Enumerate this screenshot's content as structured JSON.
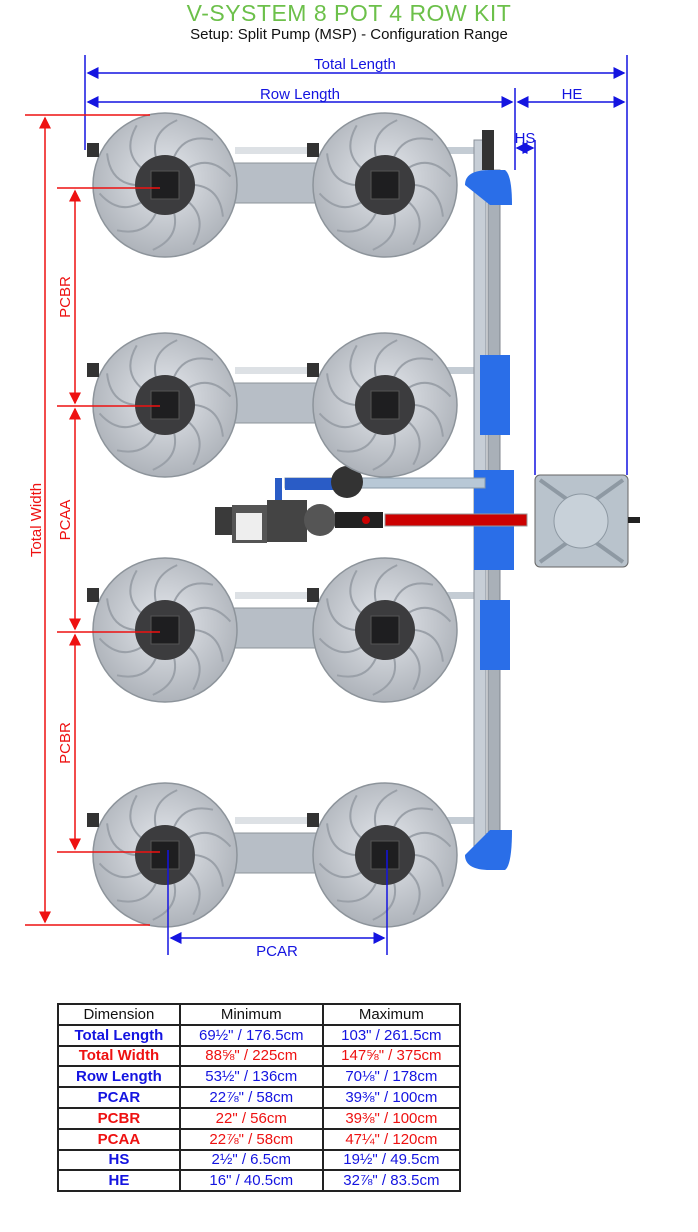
{
  "header": {
    "title": "V-SYSTEM 8 POT 4 ROW KIT",
    "subtitle": "Setup: Split Pump (MSP) - Configuration Range"
  },
  "diagram": {
    "labels": {
      "total_length": "Total Length",
      "row_length": "Row Length",
      "he": "HE",
      "hs": "HS",
      "total_width": "Total Width",
      "pcbr_top": "PCBR",
      "pcaa": "PCAA",
      "pcbr_bottom": "PCBR",
      "pcar": "PCAR"
    },
    "pot_count": 8,
    "colors": {
      "blue_dim": "#1414e0",
      "red_dim": "#ee1111",
      "title": "#6cc04a",
      "pipe_blue": "#2a6ee8",
      "red_pipe": "#cc0000"
    }
  },
  "table": {
    "headers": [
      "Dimension",
      "Minimum",
      "Maximum"
    ],
    "rows": [
      {
        "name": "Total Length",
        "min": "69½\" / 176.5cm",
        "max": "103\" / 261.5cm",
        "color": "blue"
      },
      {
        "name": "Total Width",
        "min": "88⅝\" / 225cm",
        "max": "147⅝\" / 375cm",
        "color": "red"
      },
      {
        "name": "Row Length",
        "min": "53½\" / 136cm",
        "max": "70⅛\" / 178cm",
        "color": "blue"
      },
      {
        "name": "PCAR",
        "min": "22⅞\" / 58cm",
        "max": "39⅜\" / 100cm",
        "color": "blue"
      },
      {
        "name": "PCBR",
        "min": "22\" / 56cm",
        "max": "39⅜\" / 100cm",
        "color": "red"
      },
      {
        "name": "PCAA",
        "min": "22⅞\" / 58cm",
        "max": "47¼\" / 120cm",
        "color": "red"
      },
      {
        "name": "HS",
        "min": "2½\" / 6.5cm",
        "max": "19½\" / 49.5cm",
        "color": "blue"
      },
      {
        "name": "HE",
        "min": "16\" / 40.5cm",
        "max": "32⅞\" / 83.5cm",
        "color": "blue"
      }
    ]
  }
}
